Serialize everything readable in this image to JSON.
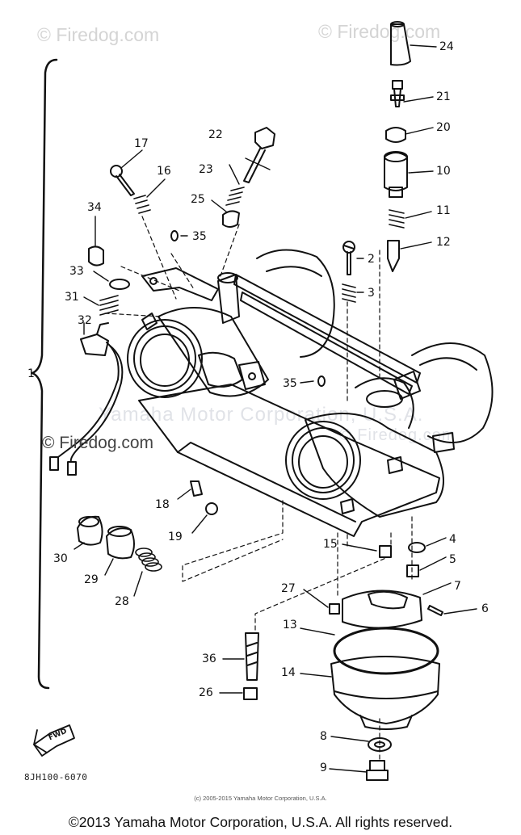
{
  "watermark": {
    "top_left": "© Firedog.com",
    "top_right": "© Firedog.com",
    "middle_left": "© Firedog.com",
    "middle_center": "Yamaha Motor Corporation, U.S.A.",
    "middle_right": "© Firedog.com"
  },
  "group_label": "1",
  "fwd_label": "FWD",
  "diagram_code": "8JH100-6070",
  "small_copyright": "(c) 2005-2015 Yamaha Motor Corporation, U.S.A.",
  "footer_copyright": "©2013 Yamaha Motor Corporation, U.S.A. All rights reserved.",
  "parts": [
    {
      "id": "p24",
      "label": "24"
    },
    {
      "id": "p21",
      "label": "21"
    },
    {
      "id": "p20",
      "label": "20"
    },
    {
      "id": "p10",
      "label": "10"
    },
    {
      "id": "p11",
      "label": "11"
    },
    {
      "id": "p12",
      "label": "12"
    },
    {
      "id": "p2",
      "label": "2"
    },
    {
      "id": "p3",
      "label": "3"
    },
    {
      "id": "p22",
      "label": "22"
    },
    {
      "id": "p23",
      "label": "23"
    },
    {
      "id": "p25",
      "label": "25"
    },
    {
      "id": "p35a",
      "label": "35"
    },
    {
      "id": "p17",
      "label": "17"
    },
    {
      "id": "p16",
      "label": "16"
    },
    {
      "id": "p34",
      "label": "34"
    },
    {
      "id": "p33",
      "label": "33"
    },
    {
      "id": "p31",
      "label": "31"
    },
    {
      "id": "p32",
      "label": "32"
    },
    {
      "id": "p35b",
      "label": "35"
    },
    {
      "id": "p18",
      "label": "18"
    },
    {
      "id": "p19",
      "label": "19"
    },
    {
      "id": "p15",
      "label": "15"
    },
    {
      "id": "p4",
      "label": "4"
    },
    {
      "id": "p5",
      "label": "5"
    },
    {
      "id": "p7",
      "label": "7"
    },
    {
      "id": "p6",
      "label": "6"
    },
    {
      "id": "p27",
      "label": "27"
    },
    {
      "id": "p13",
      "label": "13"
    },
    {
      "id": "p14",
      "label": "14"
    },
    {
      "id": "p36",
      "label": "36"
    },
    {
      "id": "p26",
      "label": "26"
    },
    {
      "id": "p8",
      "label": "8"
    },
    {
      "id": "p9",
      "label": "9"
    },
    {
      "id": "p30",
      "label": "30"
    },
    {
      "id": "p29",
      "label": "29"
    },
    {
      "id": "p28",
      "label": "28"
    }
  ]
}
